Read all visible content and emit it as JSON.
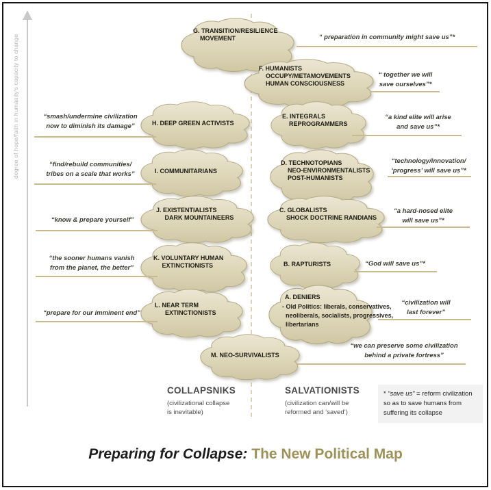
{
  "axis": {
    "label": "degree of hope/faith in humanity's capacity to change"
  },
  "columns": {
    "left": {
      "name": "COLLAPSNIKS",
      "desc": "(civilizational collapse\nis inevitable)"
    },
    "right": {
      "name": "SALVATIONISTS",
      "desc": "(civilization can/will be\nreformed and ‘saved’)"
    }
  },
  "groups": [
    {
      "id": "G",
      "label": "G. TRANSITION/RESILIENCE\n    MOVEMENT",
      "quote": "“ preparation in community might save us”*"
    },
    {
      "id": "F",
      "label": "F. HUMANISTS\n    OCCUPY/METAMOVEMENTS\n    HUMAN CONSCIOUSNESS",
      "quote": "“ together we will\nsave ourselves”*"
    },
    {
      "id": "H",
      "label": "H. DEEP GREEN ACTIVISTS",
      "quote": "“smash/undermine civilization\nnow to diminish its damage”"
    },
    {
      "id": "E",
      "label": "E. INTEGRALS\n    REPROGRAMMERS",
      "quote": "“a kind elite will arise\nand save us”*"
    },
    {
      "id": "I",
      "label": "I. COMMUNITARIANS",
      "quote": "“find/rebuild communities/\ntribes on a scale that works”"
    },
    {
      "id": "D",
      "label": "D. TECHNOTOPIANS\n    NEO-ENVIRONMENTALISTS\n    POST-HUMANISTS",
      "quote": "“technology/innovation/\n‘progress’ will save us”*"
    },
    {
      "id": "J",
      "label": "J. EXISTENTIALISTS\n     DARK MOUNTAINEERS",
      "quote": "“know & prepare yourself”"
    },
    {
      "id": "C",
      "label": "C. GLOBALISTS\n    SHOCK DOCTRINE RANDIANS",
      "quote": "“a hard-nosed elite\nwill save us”*"
    },
    {
      "id": "K",
      "label": "K. VOLUNTARY HUMAN\n     EXTINCTIONISTS",
      "quote": "“the sooner humans vanish\nfrom the planet, the better”"
    },
    {
      "id": "B",
      "label": "B. RAPTURISTS",
      "quote": "“God will save us”*"
    },
    {
      "id": "L",
      "label": "L. NEAR TERM\n      EXTINCTIONISTS",
      "quote": "“prepare for our imminent end”"
    },
    {
      "id": "A",
      "label": "A. DENIERS",
      "sub": "- Old Politics: liberals, conservatives,\n  neoliberals, socialists, progressives,\n  libertarians",
      "quote": "“civilization will\nlast forever”"
    },
    {
      "id": "M",
      "label": "M. NEO-SURVIVALISTS",
      "quote": "“we can preserve some civilization\nbehind a private fortress”"
    }
  ],
  "footnote": {
    "prefix": "* ",
    "term": "“save us”",
    "rest": " = reform civilization\nso as to save humans from\nsuffering its collapse"
  },
  "title": {
    "left": "Preparing for Collapse: ",
    "right": " The New Political Map"
  },
  "colors": {
    "accent_olive": "#9c9156",
    "cloud_fill_top": "#ece6d3",
    "cloud_fill_bottom": "#cfc6a2",
    "cloud_stroke": "#b3aa85",
    "quote_underline": "#c9ba8b",
    "divider_dash": "#dcd3b4",
    "axis_gray": "#c9c9c9",
    "footnote_bg": "#f2f2f2"
  }
}
